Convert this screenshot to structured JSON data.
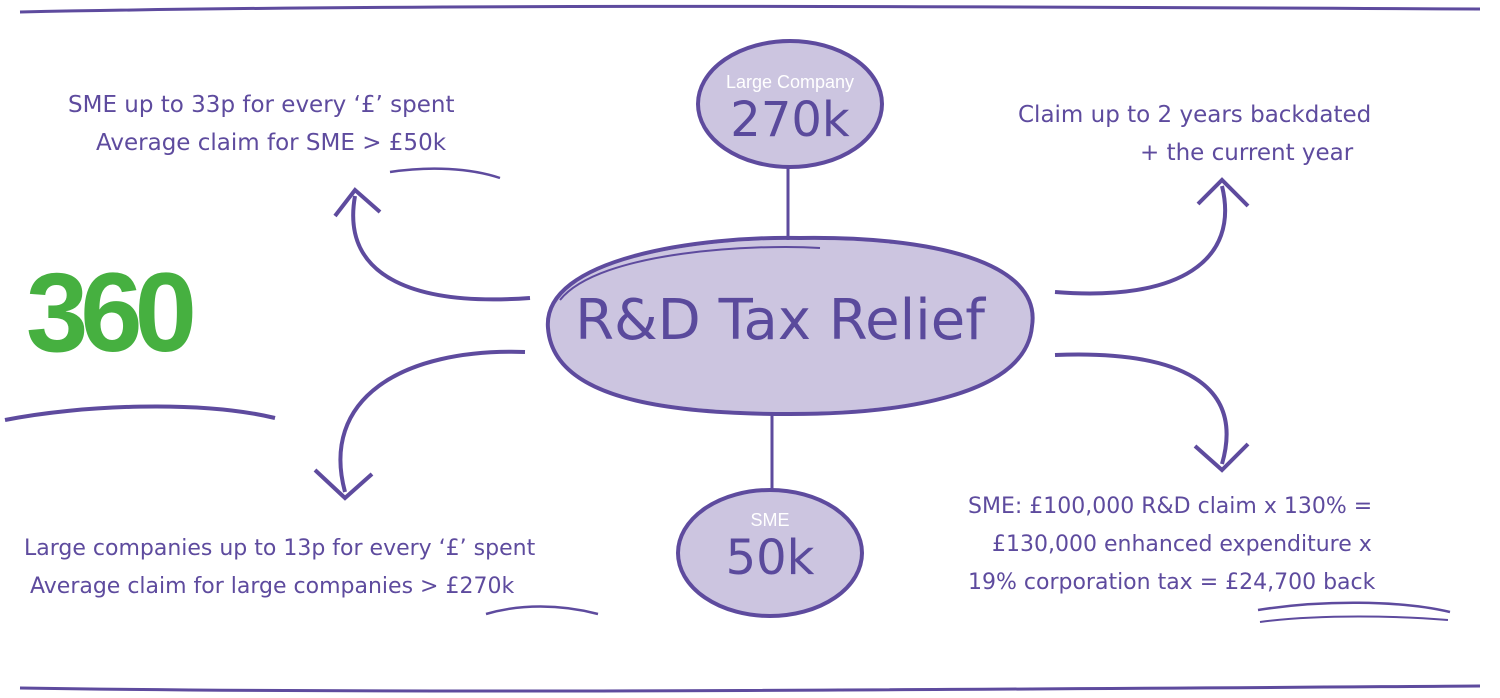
{
  "center": {
    "title": "R&D Tax Relief"
  },
  "large_company": {
    "label": "Large Company",
    "value": "270k"
  },
  "sme": {
    "label": "SME",
    "value": "50k"
  },
  "top_left": {
    "line1": "SME up to 33p for every ‘£’ spent",
    "line2": "Average claim for SME > £50k"
  },
  "top_right": {
    "line1": "Claim up to 2 years backdated",
    "line2": "+ the current year"
  },
  "bottom_left": {
    "line1": "Large companies up to 13p for every ‘£’ spent",
    "line2": "Average claim for large companies > £270k"
  },
  "bottom_right": {
    "line1": "SME: £100,000 R&D claim x 130% =",
    "line2": "£130,000 enhanced expenditure x",
    "line3": "19% corporation tax = £24,700 back"
  },
  "logo": {
    "text": "360"
  },
  "colors": {
    "purple": "#5e4b9e",
    "bubble_fill": "#ccc5e0",
    "logo_green": "#46b040"
  }
}
